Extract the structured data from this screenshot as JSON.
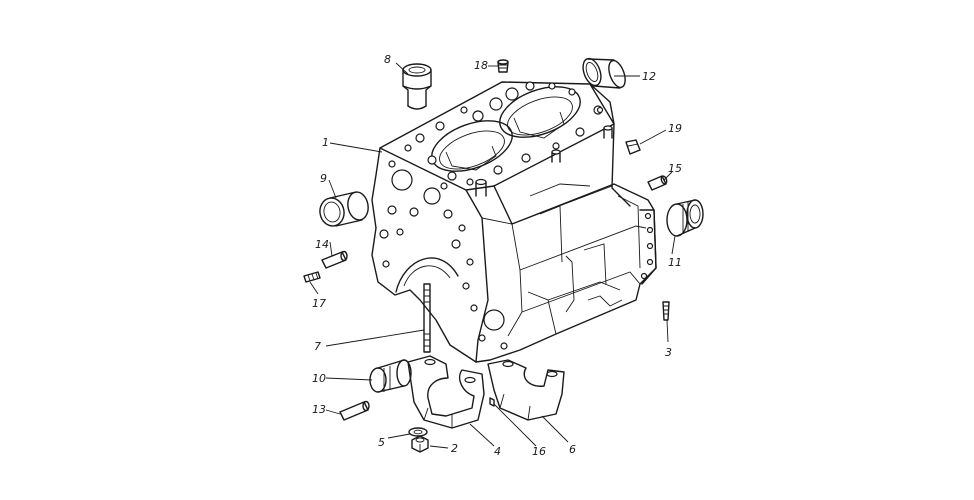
{
  "callouts": [
    {
      "id": "1",
      "label": "1"
    },
    {
      "id": "2",
      "label": "2"
    },
    {
      "id": "3",
      "label": "3"
    },
    {
      "id": "4",
      "label": "4"
    },
    {
      "id": "5",
      "label": "5"
    },
    {
      "id": "6",
      "label": "6"
    },
    {
      "id": "7",
      "label": "7"
    },
    {
      "id": "8",
      "label": "8"
    },
    {
      "id": "9",
      "label": "9"
    },
    {
      "id": "10",
      "label": "10"
    },
    {
      "id": "11",
      "label": "11"
    },
    {
      "id": "12",
      "label": "12"
    },
    {
      "id": "13",
      "label": "13"
    },
    {
      "id": "14",
      "label": "14"
    },
    {
      "id": "15",
      "label": "15"
    },
    {
      "id": "16",
      "label": "16"
    },
    {
      "id": "17",
      "label": "17"
    },
    {
      "id": "18",
      "label": "18"
    },
    {
      "id": "19",
      "label": "19"
    }
  ],
  "colors": {
    "ink": "#1a1a1a",
    "background": "#ffffff"
  }
}
